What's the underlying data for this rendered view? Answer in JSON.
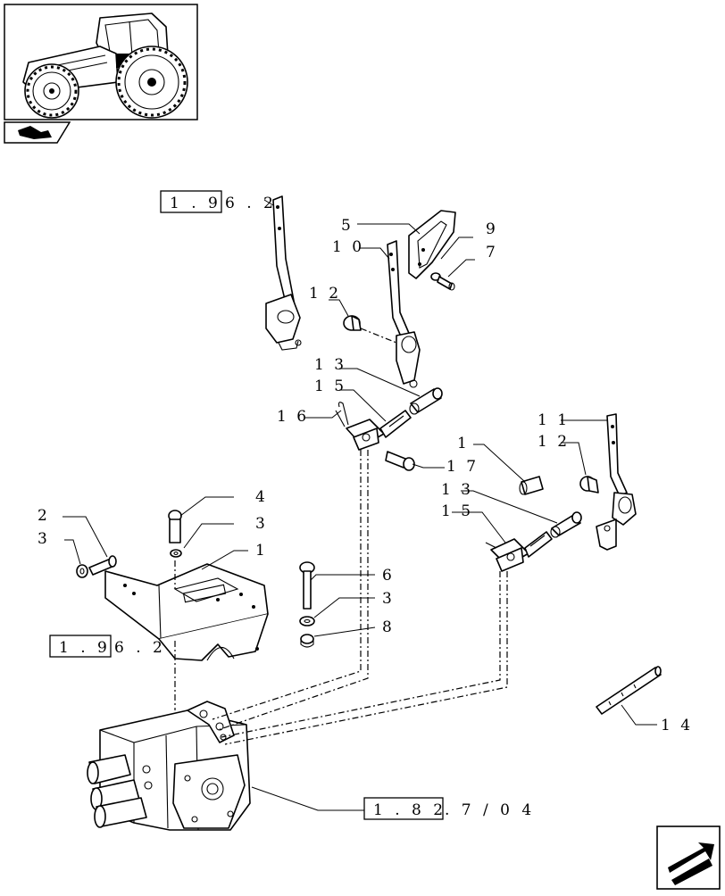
{
  "callouts": {
    "c1a": "1",
    "c1b": "1",
    "c2": "2",
    "c3a": "3",
    "c3b": "3",
    "c3c": "3",
    "c4": "4",
    "c5": "5",
    "c6": "6",
    "c7": "7",
    "c8": "8",
    "c9": "9",
    "c10": "1 0",
    "c11": "1 1",
    "c12a": "1 2",
    "c12b": "1 2",
    "c13a": "1 3",
    "c13b": "1 3",
    "c14": "1 4",
    "c15a": "1 5",
    "c15b": "1 5",
    "c16": "1 6",
    "c17": "1 7"
  },
  "references": {
    "top_box": "1 . 9",
    "top_suffix": "6 . 2",
    "left_box": "1 . 9",
    "left_suffix": "6 . 2",
    "bottom_box": "1 . 8 2",
    "bottom_suffix": ". 7 / 0 4"
  },
  "icons": {
    "thumbnail": "tractor-thumbnail-icon",
    "section_tab": "section-arrow-icon",
    "corner": "next-page-arrow-icon"
  }
}
